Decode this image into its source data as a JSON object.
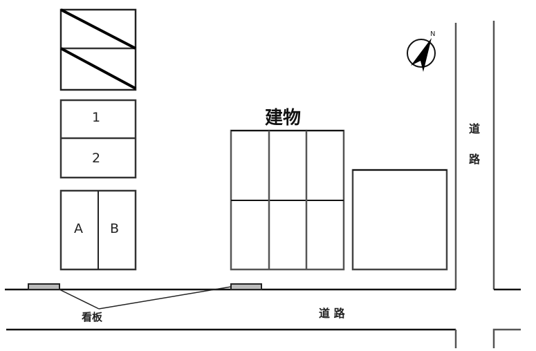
{
  "diagram": {
    "type": "site-layout-map",
    "building_label": "建物",
    "signboard_label": "看板",
    "road_label_horizontal": "道 路",
    "road_label_vertical_chars": [
      "道",
      "路"
    ],
    "parking": {
      "crossed_out_spaces": 2,
      "numbered_spaces": [
        "1",
        "2"
      ],
      "lettered_spaces": [
        "A",
        "B"
      ]
    },
    "building_grid": {
      "rows": 2,
      "cols": 3
    },
    "compass": {
      "direction_label": "N",
      "icon": "north-arrow-icon"
    },
    "colors": {
      "line": "#111111",
      "line_gray": "#555555",
      "background": "#ffffff",
      "sign_fill": "#bbbbbb"
    }
  }
}
